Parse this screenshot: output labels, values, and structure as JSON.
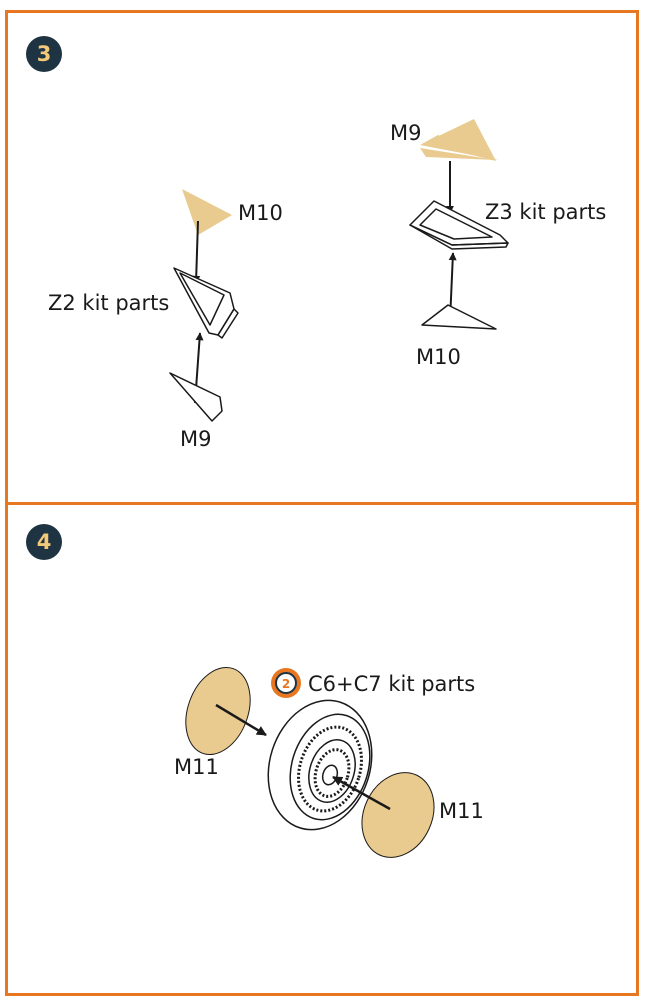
{
  "colors": {
    "frame": "#E87722",
    "badge_bg": "#1F3443",
    "badge_fg": "#F2C879",
    "part_fill": "#E9CA8F",
    "line": "#1a1a1a"
  },
  "steps": [
    {
      "number": "3",
      "labels": {
        "left_top": "M10",
        "left_mid": "Z2 kit parts",
        "left_bottom": "M9",
        "right_top": "M9",
        "right_mid": "Z3 kit parts",
        "right_bottom": "M10"
      }
    },
    {
      "number": "4",
      "labels": {
        "kit": "C6+C7 kit parts",
        "left": "M11",
        "right": "M11"
      },
      "icon": {
        "name": "two-parts-icon",
        "glyph": "2"
      }
    }
  ]
}
